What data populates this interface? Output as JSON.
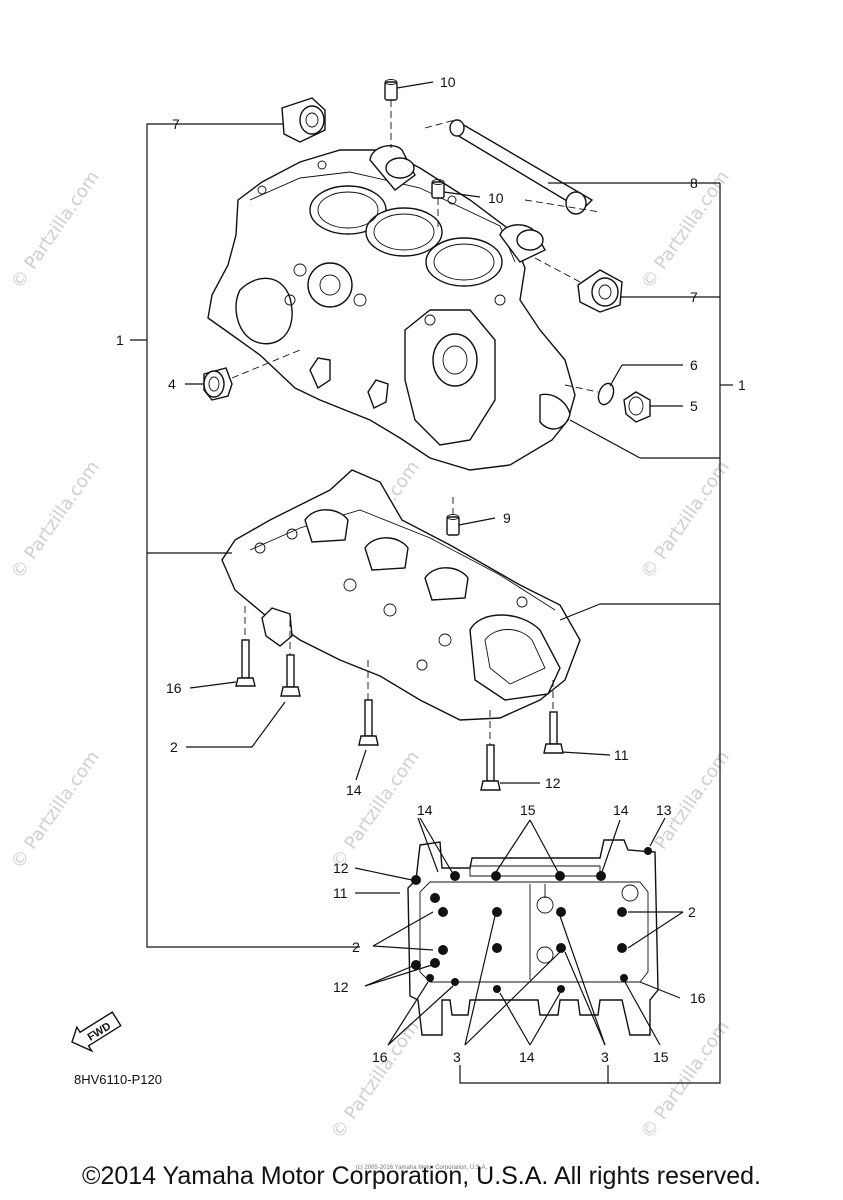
{
  "diagram": {
    "callouts": {
      "c1_left": "1",
      "c1_right": "1",
      "c2_upper": "2",
      "c2_lower": "2",
      "c2_right": "2",
      "c3_left": "3",
      "c3_right": "3",
      "c4": "4",
      "c5": "5",
      "c6": "6",
      "c7_top": "7",
      "c7_right": "7",
      "c8": "8",
      "c9": "9",
      "c10_top": "10",
      "c10_mid": "10",
      "c11_bolt": "11",
      "c11_pattern": "11",
      "c12_bolt": "12",
      "c12_pattern_top": "12",
      "c12_pattern_bottom": "12",
      "c13": "13",
      "c14_bolt": "14",
      "c14_top_left": "14",
      "c14_top_right": "14",
      "c14_bottom": "14",
      "c15_top": "15",
      "c15_bottom": "15",
      "c16_bolt": "16",
      "c16_left": "16",
      "c16_right": "16"
    },
    "fwd_label": "FWD",
    "code": "8HV6110-P120",
    "watermark": "© Partzilla.com",
    "small_copyright": "(c) 2005-2016 Yamaha Motor Corporation, U.S.A.",
    "copyright": "©2014 Yamaha Motor Corporation, U.S.A. All rights reserved."
  }
}
